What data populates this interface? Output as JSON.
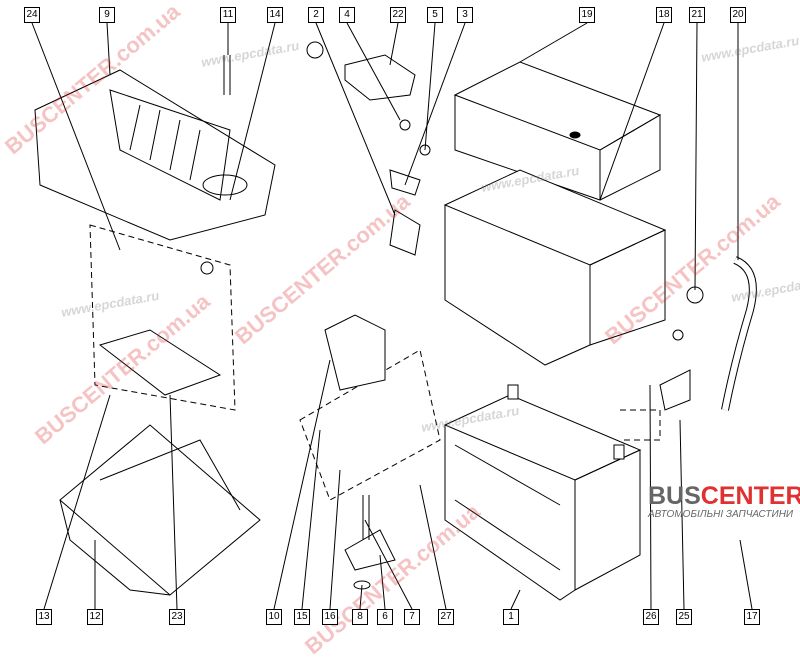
{
  "diagram": {
    "title": "Battery and battery tray parts diagram",
    "top_labels": [
      "24",
      "9",
      "11",
      "14",
      "2",
      "4",
      "22",
      "5",
      "3",
      "19",
      "18",
      "21",
      "20"
    ],
    "bottom_labels": [
      "13",
      "12",
      "23",
      "10",
      "15",
      "16",
      "8",
      "6",
      "7",
      "27",
      "1",
      "26",
      "25",
      "17"
    ]
  },
  "watermarks": {
    "site": "www.epcdata.ru",
    "brand": "BUSCENTER.com.ua"
  },
  "logo": {
    "name_part1": "BUS",
    "name_part2": "CENTER",
    "subtitle": "АВТОМОБІЛЬНІ ЗАПЧАСТИНИ",
    "accent": "#e03030"
  }
}
